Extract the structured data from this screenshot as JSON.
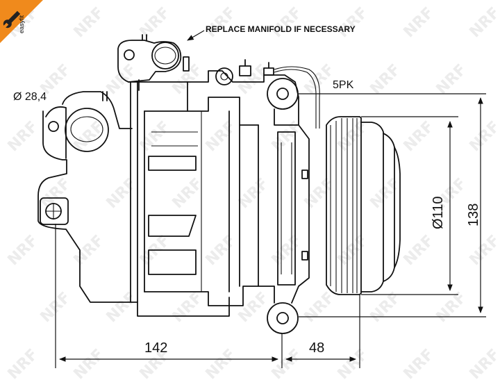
{
  "brand": {
    "logo_text": "easyfit",
    "watermark_text": "NRF"
  },
  "annotations": {
    "replace_manifold": "REPLACE MANIFOLD IF NECESSARY",
    "belt_type": "5PK",
    "port_diameter": "Ø 28,4"
  },
  "dimensions": {
    "pulley_diameter": "Ø110",
    "overall_height": "138",
    "body_length": "142",
    "clutch_length": "48"
  },
  "colors": {
    "line": "#111111",
    "logo_orange": "#f08a1c",
    "watermark": "#ececec"
  }
}
